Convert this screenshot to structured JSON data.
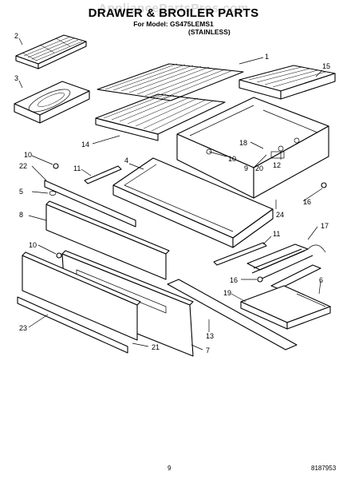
{
  "watermark": "AppliancePartsPros.com",
  "title": "DRAWER & BROILER PARTS",
  "model_line": "For Model: GS475LEMS1",
  "finish": "(STAINLESS)",
  "page_number": "9",
  "document_number": "8187953",
  "callouts": [
    "2",
    "15",
    "1",
    "3",
    "14",
    "18",
    "10",
    "9",
    "20",
    "12",
    "10",
    "4",
    "22",
    "11",
    "24",
    "5",
    "16",
    "8",
    "11",
    "17",
    "10",
    "16",
    "6",
    "19",
    "23",
    "13",
    "21",
    "7"
  ]
}
